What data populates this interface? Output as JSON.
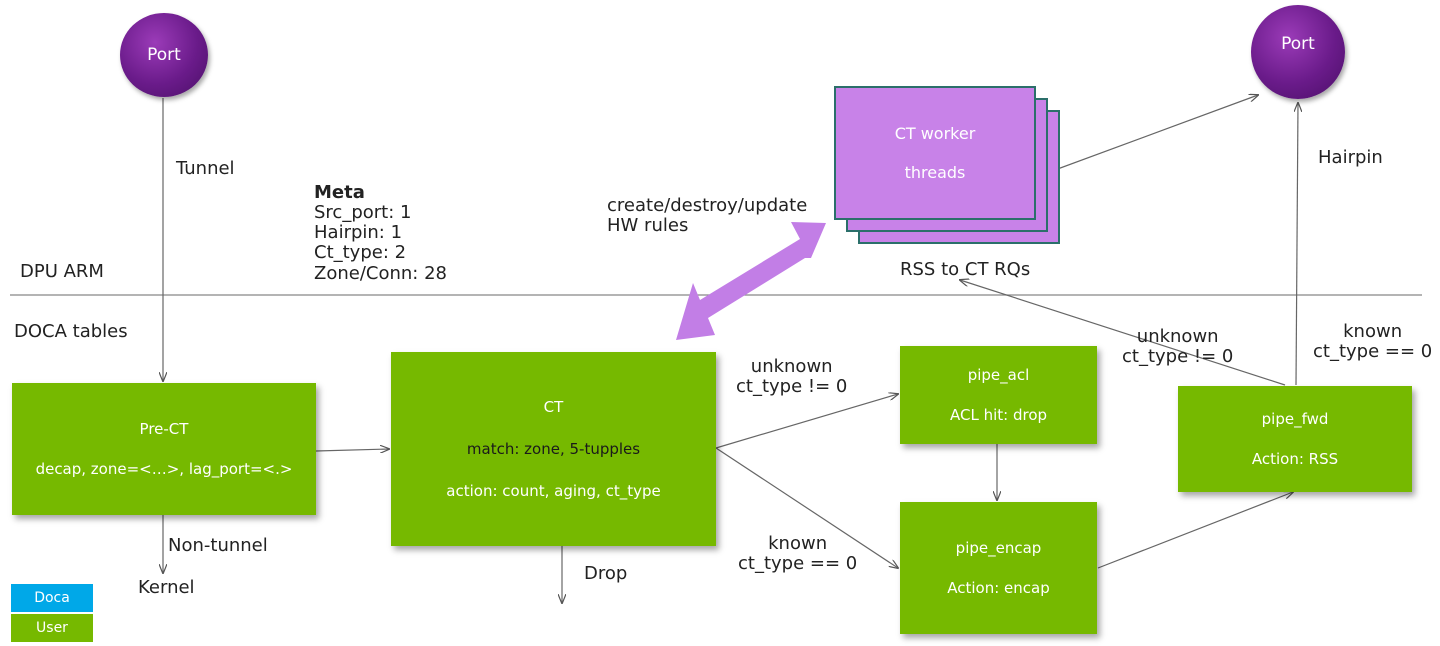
{
  "ports": {
    "left": "Port",
    "right": "Port"
  },
  "sections": {
    "dpu_arm": "DPU ARM",
    "doca_tables": "DOCA tables"
  },
  "meta": {
    "title": "Meta",
    "lines": [
      "Src_port: 1",
      "Hairpin: 1",
      "Ct_type: 2",
      "Zone/Conn: 28"
    ]
  },
  "worker": {
    "line1": "CT worker",
    "line2": "threads",
    "caption": "RSS to CT RQs"
  },
  "hw_rules": {
    "line1": "create/destroy/update",
    "line2": "HW rules"
  },
  "boxes": {
    "pre_ct": {
      "title": "Pre-CT",
      "detail": "decap, zone=<…>, lag_port=<.>"
    },
    "ct": {
      "title": "CT",
      "match": "match: zone, 5-tupples",
      "action": "action: count, aging, ct_type"
    },
    "pipe_acl": {
      "title": "pipe_acl",
      "detail": "ACL hit: drop"
    },
    "pipe_encap": {
      "title": "pipe_encap",
      "detail": "Action: encap"
    },
    "pipe_fwd": {
      "title": "pipe_fwd",
      "detail": "Action: RSS"
    }
  },
  "edge_labels": {
    "tunnel": "Tunnel",
    "non_tunnel": "Non-tunnel",
    "kernel": "Kernel",
    "drop": "Drop",
    "hairpin": "Hairpin",
    "ct_unknown_1": "unknown",
    "ct_unknown_2": "ct_type != 0",
    "ct_known_1": "known",
    "ct_known_2": "ct_type == 0",
    "fwd_unknown_1": "unknown",
    "fwd_unknown_2": "ct_type != 0",
    "fwd_known_1": "known",
    "fwd_known_2": "ct_type == 0"
  },
  "legend": {
    "doca": "Doca",
    "user": "User"
  },
  "colors": {
    "green": "#76b900",
    "doca_blue": "#00a8e8",
    "purple_port": "#6a1b8a",
    "worker_purple": "#c882e8",
    "arrow_purple": "#c27ee6"
  }
}
